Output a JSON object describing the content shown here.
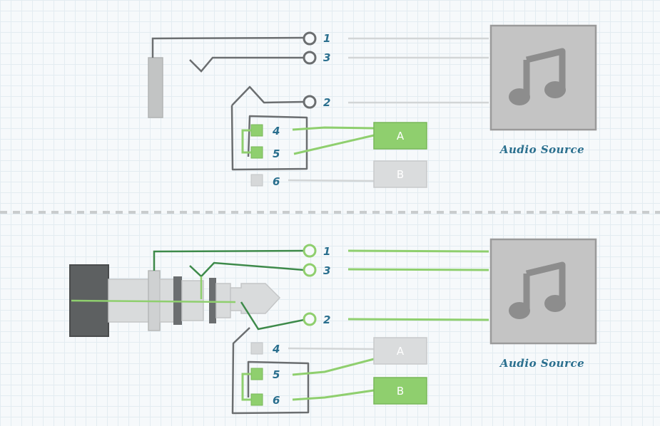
{
  "colors": {
    "dark_wire": "#6b6e70",
    "light_wire": "#cfd2d3",
    "green": "#8fcf6e",
    "dark_green": "#3d8a4a",
    "label": "#2a6f8e",
    "source_fill": "#c4c4c4",
    "source_border": "#9a9a9a"
  },
  "top": {
    "pins": {
      "p1": "1",
      "p3": "3",
      "p2": "2",
      "p4": "4",
      "p5": "5",
      "p6": "6"
    },
    "box_a": "A",
    "box_b": "B",
    "source": {
      "label": "Audio Source",
      "icon": "music-note-icon"
    }
  },
  "bottom": {
    "pins": {
      "p1": "1",
      "p3": "3",
      "p2": "2",
      "p4": "4",
      "p5": "5",
      "p6": "6"
    },
    "box_a": "A",
    "box_b": "B",
    "source": {
      "label": "Audio Source",
      "icon": "music-note-icon"
    },
    "plug_icon": "audio-plug-icon"
  }
}
